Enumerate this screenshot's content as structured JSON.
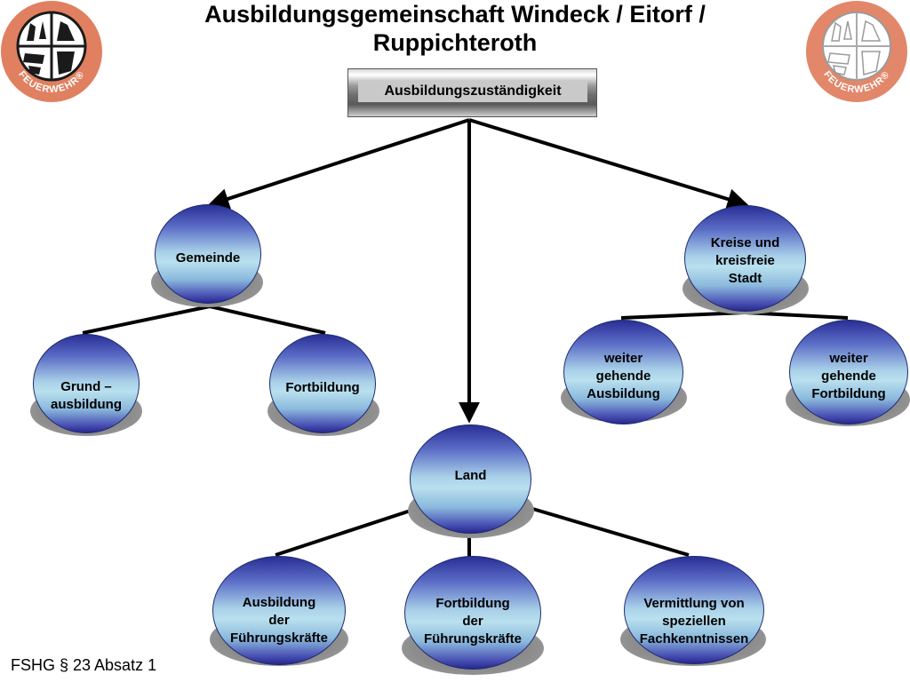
{
  "title_line1": "Ausbildungsgemeinschaft Windeck / Eitorf /",
  "title_line2": "Ruppichteroth",
  "root": "Ausbildungszuständigkeit",
  "logo_text": "FEUERWEHR®",
  "nodes": {
    "gemeinde": "Gemeinde",
    "kreise": [
      "Kreise und",
      "kreisfreie",
      "Stadt"
    ],
    "land": "Land",
    "grund": [
      "Grund –",
      "ausbildung"
    ],
    "fortbildung": "Fortbildung",
    "weiter_ausbildung": [
      "weiter",
      "gehende",
      "Ausbildung"
    ],
    "weiter_fortbildung": [
      "weiter",
      "gehende",
      "Fortbildung"
    ],
    "ausbildung_fk": [
      "Ausbildung",
      "der",
      "Führungskräfte"
    ],
    "fortbildung_fk": [
      "Fortbildung",
      "der",
      "Führungskräfte"
    ],
    "vermittlung": [
      "Vermittlung von",
      "speziellen",
      "Fachkenntnissen"
    ]
  },
  "footnote": "FSHG § 23 Absatz 1",
  "colors": {
    "logo_orange": "#e08060",
    "node_dark_blue": "#27288f",
    "node_light": "#b9e0ee"
  }
}
